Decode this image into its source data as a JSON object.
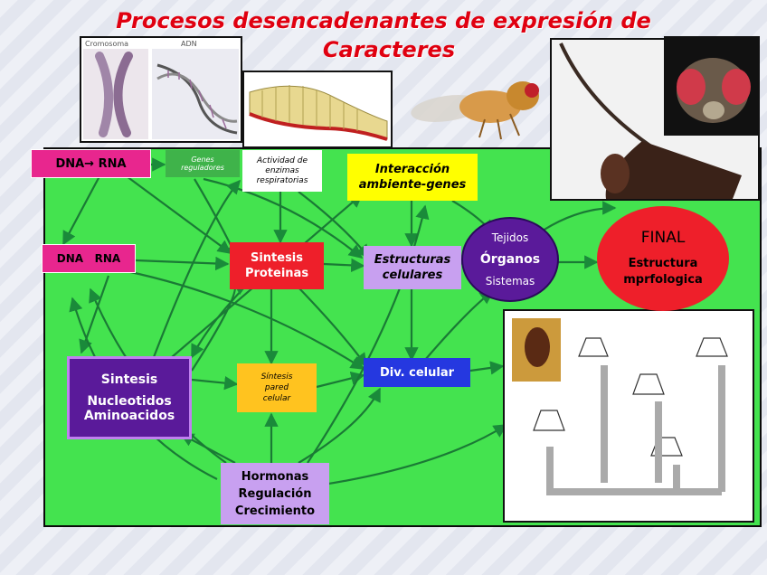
{
  "title": {
    "line1": "Procesos desencadenantes de expresión de",
    "line2": "Caracteres"
  },
  "images": {
    "chromosome_label": "Cromosoma",
    "dna_label": "ADN"
  },
  "boxes": {
    "dna_rna_1": "DNA→ RNA",
    "genes": "Genes reguladores",
    "enzimas": "Actividad de enzimas respiratorias",
    "interaccion": "Interacción ambiente-genes",
    "dna_rna_2": "DNA   RNA",
    "sintesis_proteinas": "Sintesis Proteinas",
    "estructuras": "Estructuras celulares",
    "tejidos": "Tejidos",
    "organos": "Órganos",
    "sistemas": "Sistemas",
    "final_title": "FINAL",
    "final_sub": "Estructura mprfologica",
    "sintesis_nuc_1": "Sintesis",
    "sintesis_nuc_2": "Nucleotidos",
    "sintesis_nuc_3": "Aminoacidos",
    "sintesis_pared": "Síntesis pared celular",
    "div_celular": "Div. celular",
    "hormonas_1": "Hormonas",
    "hormonas_2": "Regulación",
    "hormonas_3": "Crecimiento"
  },
  "colors": {
    "panel_green": "#44e34f",
    "magenta": "#e8268e",
    "red": "#ee1f2a",
    "yellow": "#ffff00",
    "lavender": "#c8a0f0",
    "purple": "#5a1a9a",
    "blue": "#2538e0",
    "orange_yellow": "#ffc31f",
    "title_red": "#e00010"
  }
}
